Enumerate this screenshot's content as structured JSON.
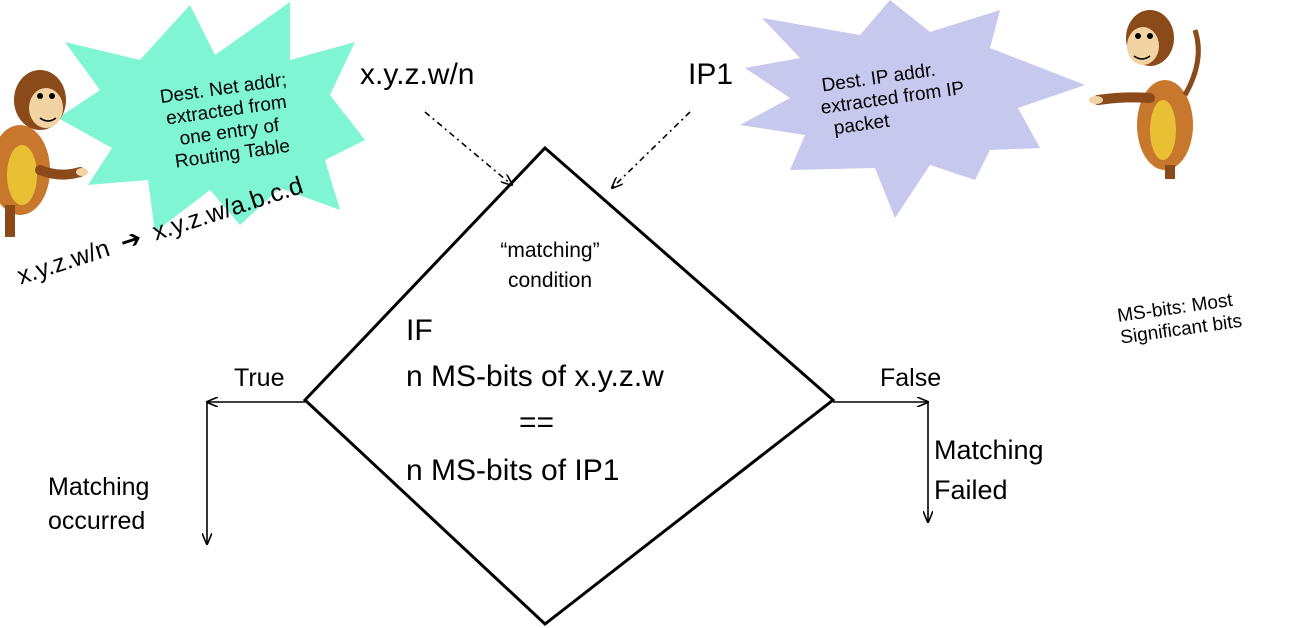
{
  "colors": {
    "left_burst": "#7ff5d3",
    "right_burst": "#c7c8ee",
    "monkey_body": "#c8782c",
    "monkey_face": "#f2d3a3",
    "monkey_belly": "#e9c033"
  },
  "icons": [
    "monkey-left",
    "monkey-right"
  ],
  "left_callout": {
    "lines": [
      "Dest. Net addr;",
      "extracted from",
      "one entry of",
      "Routing Table"
    ]
  },
  "right_callout": {
    "lines": [
      "Dest. IP addr.",
      "extracted from IP",
      "packet"
    ]
  },
  "inputs": {
    "net_addr": "x.y.z.w/n",
    "ip": "IP1"
  },
  "notation": {
    "left": "x.y.z.w/n",
    "arrow": "➔",
    "right": "x.y.z.w/a.b.c.d"
  },
  "diamond": {
    "caption_line1": "“matching”",
    "caption_line2": "condition",
    "if_label": "IF",
    "line1": "n MS-bits of x.y.z.w",
    "eq": "==",
    "line2": "n MS-bits of IP1"
  },
  "branches": {
    "true_label": "True",
    "true_result_line1": "Matching",
    "true_result_line2": "occurred",
    "false_label": "False",
    "false_result_line1": "Matching",
    "false_result_line2": "Failed"
  },
  "footnote": {
    "line1": "MS-bits: Most",
    "line2": "Significant bits"
  }
}
